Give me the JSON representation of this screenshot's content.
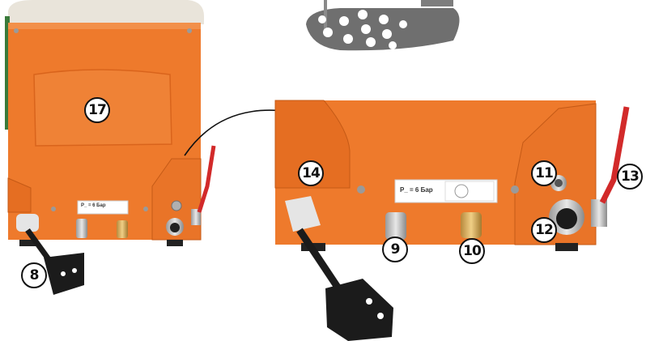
{
  "callouts": {
    "c17": "17",
    "c8": "8",
    "c14": "14",
    "c9": "9",
    "c10": "10",
    "c11": "11",
    "c12": "12",
    "c13": "13"
  },
  "rating_plate": {
    "small": "P_ = 6 Бар",
    "large": "P_ = 6 Бар"
  },
  "colors": {
    "housing": "#ee7a2c",
    "housing_shadow": "#d9641c",
    "lid": "#e9e4da",
    "plug": "#1b1b1b",
    "valve_handle": "#d22a2a",
    "arrow": "#111111"
  },
  "icons": [
    "power-plug-icon",
    "pressure-fitting-icon",
    "valve-icon",
    "info-plate-icon"
  ]
}
